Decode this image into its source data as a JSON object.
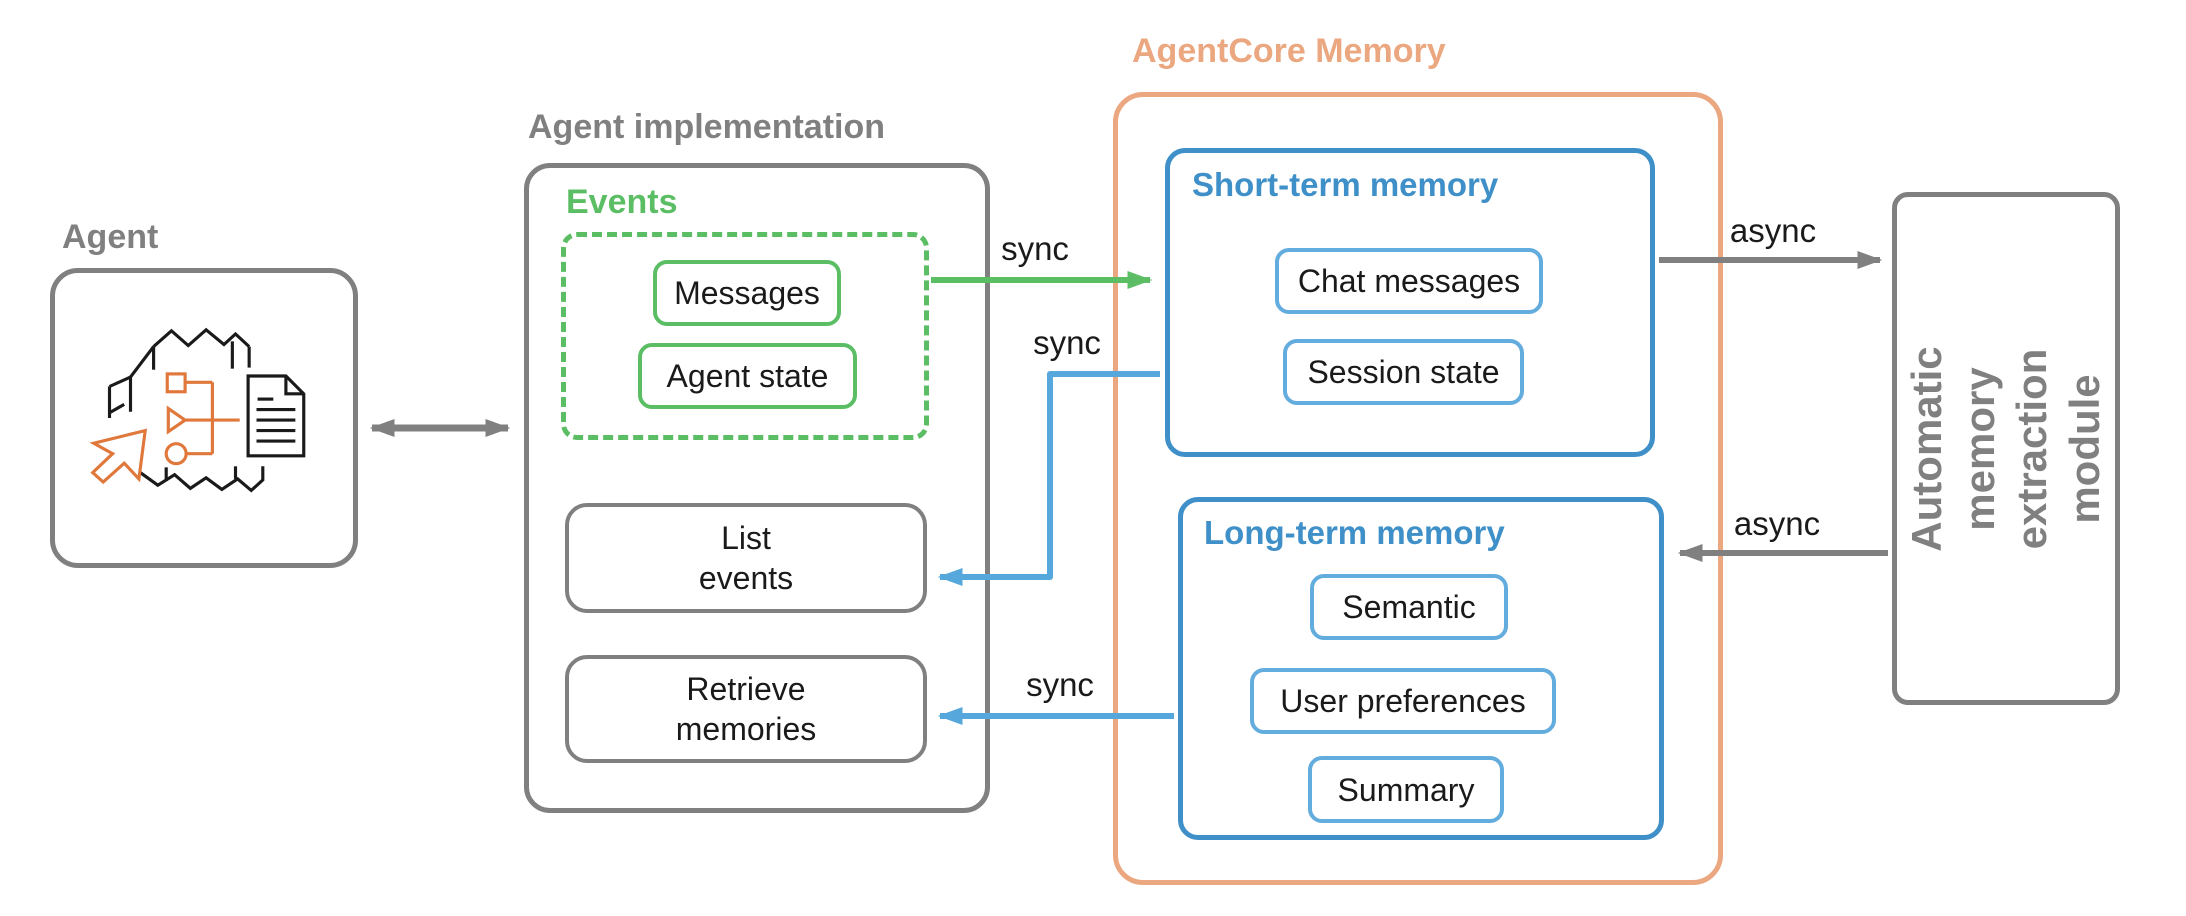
{
  "colors": {
    "gray": "#808080",
    "green": "#5CBE64",
    "orange": "#EBA77F",
    "blue": "#3F90C8",
    "light_blue": "#63ACDE",
    "arrow_blue": "#56A7DC",
    "icon_orange": "#E0783C",
    "text": "#1A1A1A"
  },
  "agent": {
    "title": "Agent"
  },
  "implementation": {
    "title": "Agent implementation",
    "events": {
      "title": "Events",
      "messages": "Messages",
      "agent_state": "Agent state"
    },
    "list_events": "List\nevents",
    "retrieve_memories": "Retrieve\nmemories"
  },
  "agentcore": {
    "title": "AgentCore Memory",
    "short_term": {
      "title": "Short-term memory",
      "chat_messages": "Chat messages",
      "session_state": "Session state"
    },
    "long_term": {
      "title": "Long-term memory",
      "semantic": "Semantic",
      "user_preferences": "User preferences",
      "summary": "Summary"
    }
  },
  "extraction_module": {
    "title": "Automatic memory\nextraction module"
  },
  "labels": {
    "sync": "sync",
    "async": "async"
  }
}
